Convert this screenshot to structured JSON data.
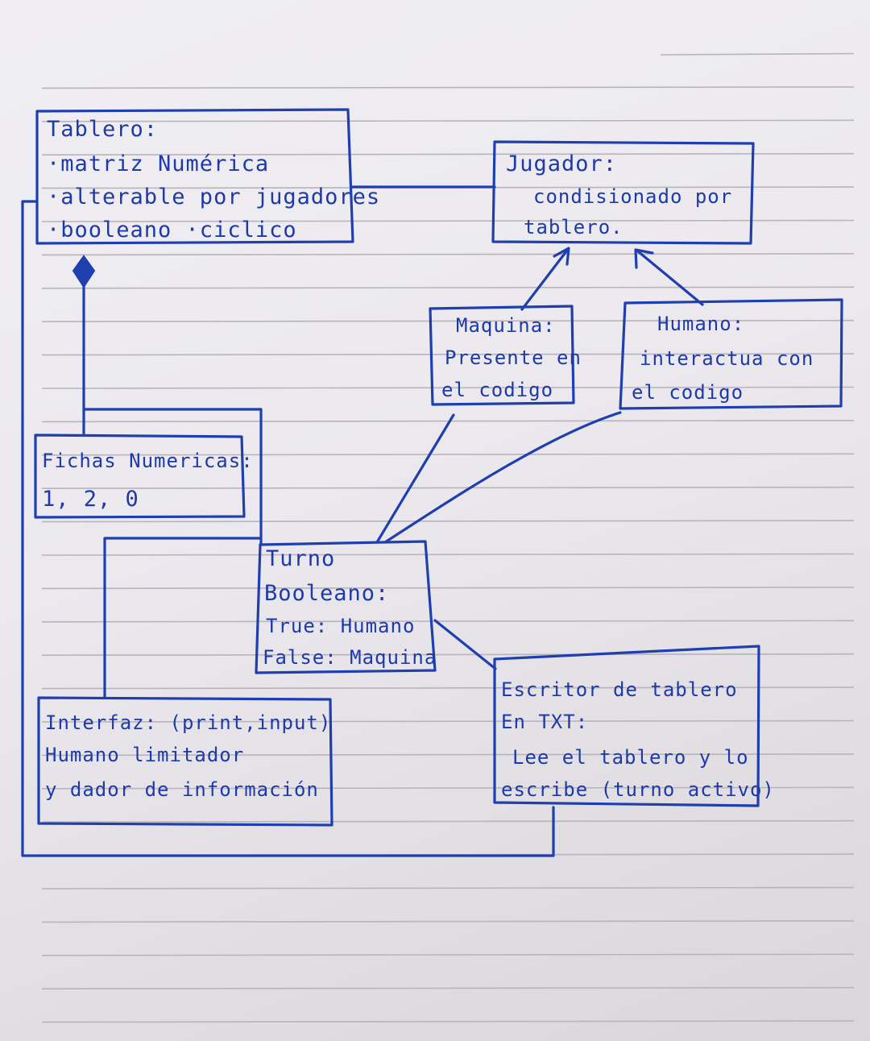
{
  "diagram": {
    "ink_color": "#1f3fae",
    "paper_color": "#ebe9ee",
    "nodes": {
      "tablero": {
        "title": "Tablero:",
        "lines": [
          "·matriz Numérica",
          "·alterable por jugadores",
          "·booleano ·ciclico"
        ]
      },
      "jugador": {
        "title": "Jugador:",
        "lines": [
          "condisionado por",
          "tablero."
        ]
      },
      "maquina": {
        "title": "Maquina:",
        "lines": [
          "Presente en",
          "el codigo"
        ]
      },
      "humano": {
        "title": "Humano:",
        "lines": [
          "interactua con",
          "el codigo"
        ]
      },
      "fichas": {
        "title": "Fichas Numericas:",
        "lines": [
          "1, 2, 0"
        ]
      },
      "turno": {
        "title": "Turno",
        "lines": [
          "Booleano:",
          "True: Humano",
          "False: Maquina"
        ]
      },
      "interfaz": {
        "title": "Interfaz: (print,input)",
        "lines": [
          "Humano limitador",
          "y dador de información"
        ]
      },
      "escritor": {
        "title": "Escritor de tablero",
        "lines": [
          "En TXT:",
          "Lee el tablero y lo",
          "escribe (turno activo)"
        ]
      }
    }
  }
}
